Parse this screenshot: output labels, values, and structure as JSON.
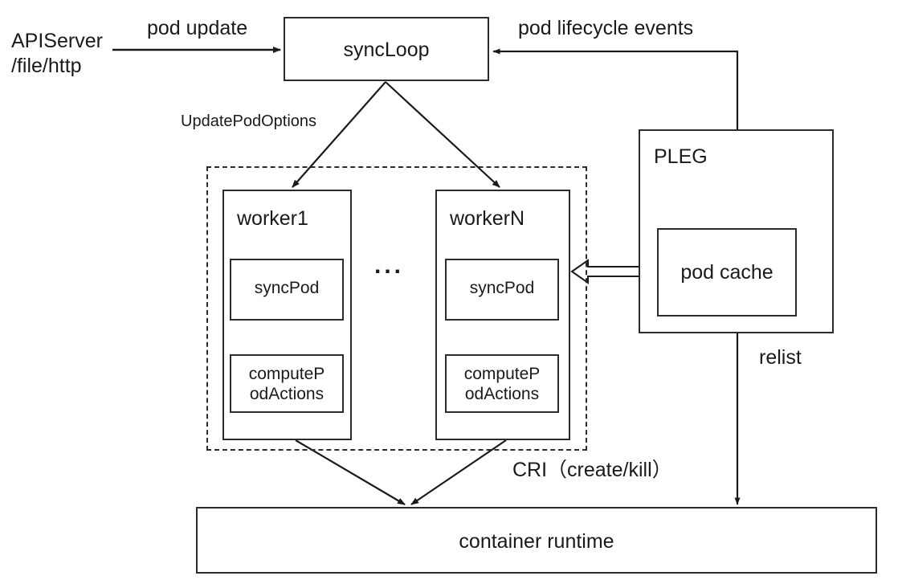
{
  "diagram": {
    "title": "Kubelet syncLoop / PLEG pod sync flow",
    "stroke_color": "#2b2b2b",
    "text_color": "#1a1a1a",
    "background": "#ffffff",
    "nodes": {
      "sync_loop": {
        "label": "syncLoop"
      },
      "worker1": {
        "label": "worker1"
      },
      "workerN": {
        "label": "workerN"
      },
      "worker1_sync_pod": {
        "label": "syncPod"
      },
      "workerN_sync_pod": {
        "label": "syncPod"
      },
      "worker1_compute_pod_actions": {
        "label": "computeP\nodActions"
      },
      "workerN_compute_pod_actions": {
        "label": "computeP\nodActions"
      },
      "pleg": {
        "label": "PLEG"
      },
      "pod_cache": {
        "label": "pod cache"
      },
      "container_runtime": {
        "label": "container runtime"
      }
    },
    "labels": {
      "api_server": "APIServer\n/file/http",
      "pod_update": "pod update",
      "pod_lifecycle_events": "pod lifecycle events",
      "update_pod_options": "UpdatePodOptions",
      "cri_create_kill": "CRI（create/kill）",
      "relist": "relist",
      "worker_ellipsis": "..."
    }
  }
}
